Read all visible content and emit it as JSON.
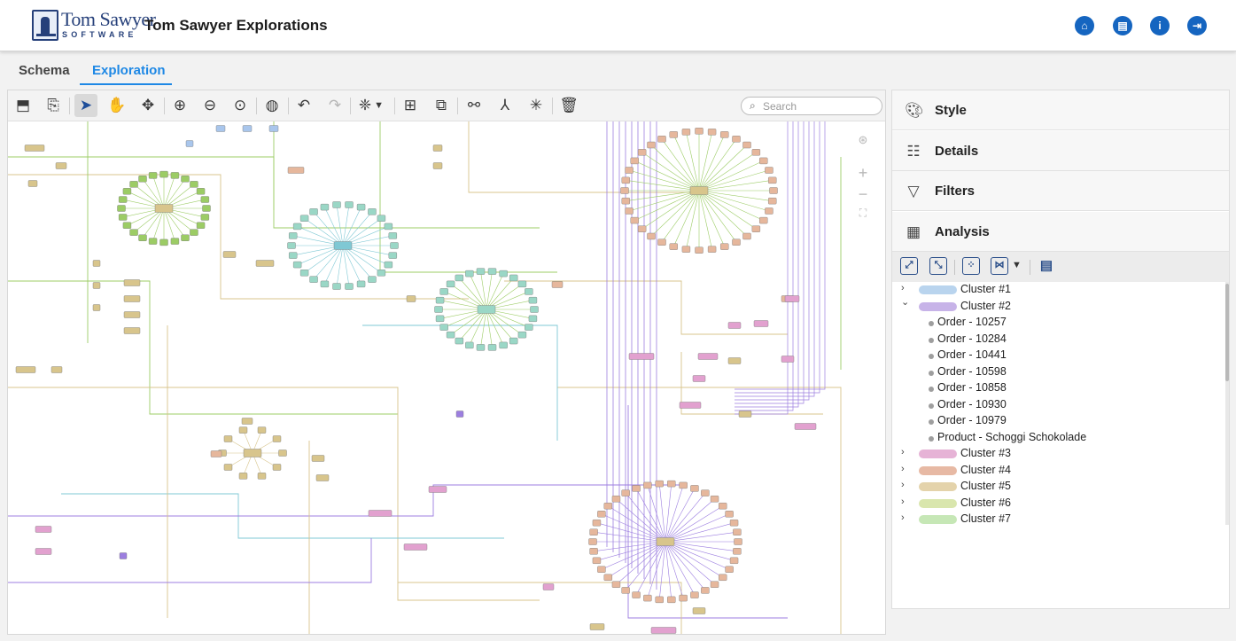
{
  "app": {
    "title": "Tom Sawyer Explorations",
    "logo_line1": "Tom Sawyer",
    "logo_line2": "SOFTWARE"
  },
  "header_buttons": [
    {
      "name": "home-button",
      "icon": "home-icon"
    },
    {
      "name": "document-button",
      "icon": "document-icon"
    },
    {
      "name": "info-button",
      "icon": "info-icon"
    },
    {
      "name": "logout-button",
      "icon": "logout-icon"
    }
  ],
  "tabs": [
    {
      "label": "Schema",
      "active": false
    },
    {
      "label": "Exploration",
      "active": true
    }
  ],
  "toolbar": {
    "icons": [
      "export-image-icon",
      "export-file-icon",
      "select-pointer-icon",
      "pan-hand-icon",
      "move-arrows-icon",
      "zoom-in-icon",
      "zoom-out-icon",
      "zoom-fit-icon",
      "overview-icon",
      "undo-icon",
      "redo-icon",
      "layout-icon",
      "add-node-icon",
      "connect-node-icon",
      "find-icon",
      "collapse-icon",
      "expand-icon",
      "delete-icon"
    ],
    "search_placeholder": "Search"
  },
  "panel": {
    "sections": [
      {
        "label": "Style",
        "icon": "palette-icon"
      },
      {
        "label": "Details",
        "icon": "details-list-icon"
      },
      {
        "label": "Filters",
        "icon": "filter-icon"
      },
      {
        "label": "Analysis",
        "icon": "chip-icon"
      }
    ],
    "analysis_toolbar": [
      "expand-all-icon",
      "collapse-all-icon",
      "cluster-icon",
      "community-icon",
      "report-icon"
    ],
    "tree": [
      {
        "type": "cluster",
        "label": "Cluster #1",
        "expanded": false,
        "color": "#b9d4ee"
      },
      {
        "type": "cluster",
        "label": "Cluster #2",
        "expanded": true,
        "color": "#c7b3e8"
      },
      {
        "type": "item",
        "label": "Order - 10257"
      },
      {
        "type": "item",
        "label": "Order - 10284"
      },
      {
        "type": "item",
        "label": "Order - 10441"
      },
      {
        "type": "item",
        "label": "Order - 10598"
      },
      {
        "type": "item",
        "label": "Order - 10858"
      },
      {
        "type": "item",
        "label": "Order - 10930"
      },
      {
        "type": "item",
        "label": "Order - 10979"
      },
      {
        "type": "item",
        "label": "Product - Schoggi Schokolade"
      },
      {
        "type": "cluster",
        "label": "Cluster #3",
        "expanded": false,
        "color": "#e6b3d6"
      },
      {
        "type": "cluster",
        "label": "Cluster #4",
        "expanded": false,
        "color": "#e7b9a4"
      },
      {
        "type": "cluster",
        "label": "Cluster #5",
        "expanded": false,
        "color": "#e4d3ab"
      },
      {
        "type": "cluster",
        "label": "Cluster #6",
        "expanded": false,
        "color": "#d9e6ad"
      },
      {
        "type": "cluster",
        "label": "Cluster #7",
        "expanded": false,
        "color": "#c6e7b6"
      }
    ]
  },
  "graph": {
    "colors": {
      "green": "#9ccc65",
      "purple": "#9c7ee0",
      "tan": "#d8c58c",
      "cyan": "#7fc8d4",
      "pink": "#e2a1cf",
      "blue": "#a9c6ec",
      "orange": "#e6b79c",
      "teal": "#9ad7c6"
    }
  }
}
